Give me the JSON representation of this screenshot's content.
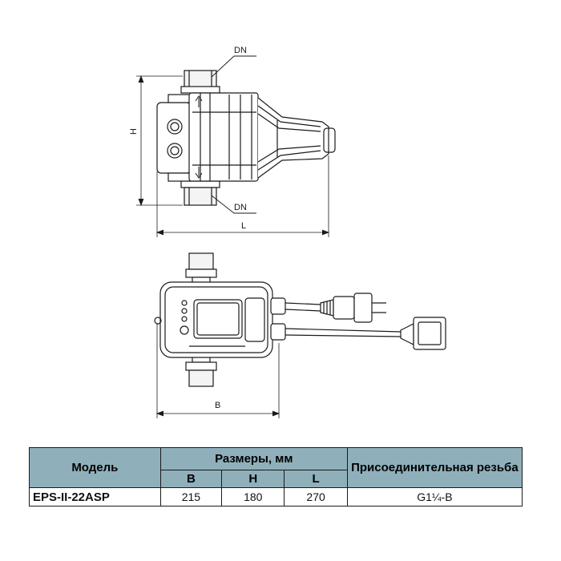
{
  "drawing": {
    "top_view": {
      "dn_top": "DN",
      "dn_bottom": "DN",
      "dim_h": "H",
      "dim_l": "L"
    },
    "front_view": {
      "dim_b": "B"
    }
  },
  "table": {
    "col_model": "Модель",
    "col_dimensions": "Размеры, мм",
    "col_b": "B",
    "col_h": "H",
    "col_l": "L",
    "col_thread": "Присоединительная резьба",
    "rows": [
      {
        "model": "EPS-II-22ASP",
        "b": "215",
        "h": "180",
        "l": "270",
        "thread": "G1¼-B"
      }
    ]
  },
  "colors": {
    "table_header": "#8fb0bb",
    "line": "#1a1a1a"
  }
}
